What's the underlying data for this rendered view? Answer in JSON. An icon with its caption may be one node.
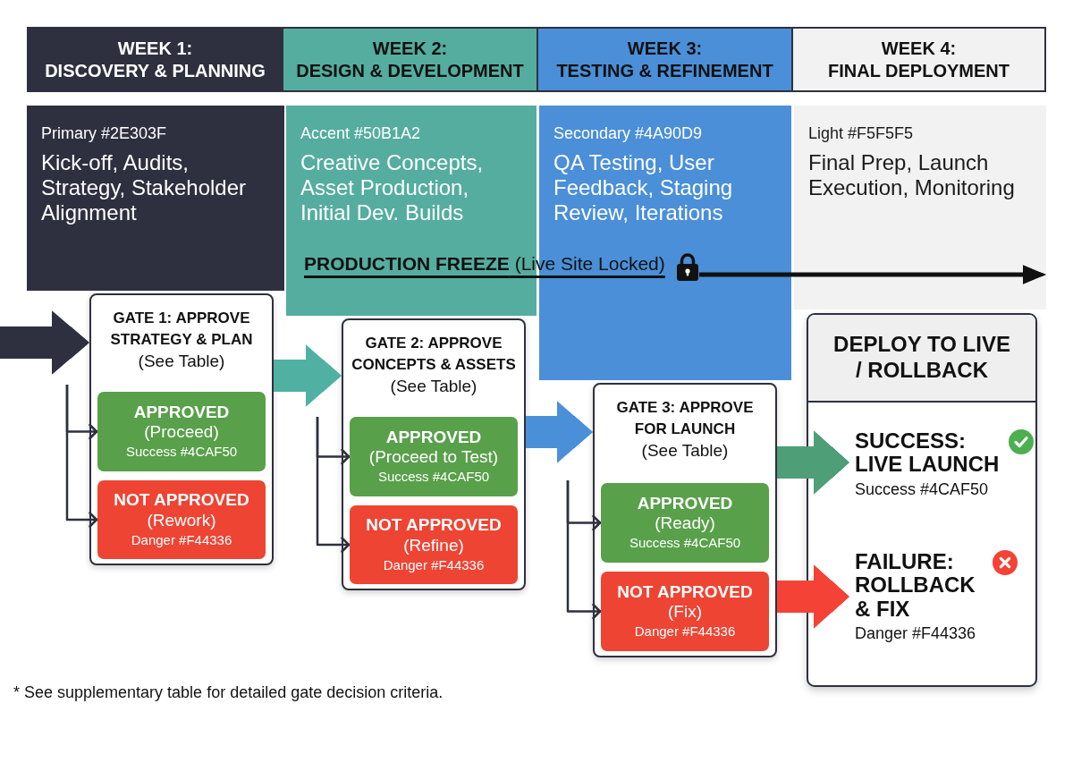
{
  "diagram": {
    "nodes": [
      {
        "text": [
          "WEEK 1:",
          "DISCOVERY & PLANNING"
        ]
      },
      {
        "text": [
          "WEEK 2:",
          "DESIGN & DEVELOPMENT"
        ]
      },
      {
        "text": [
          "WEEK 3:",
          "TESTING & REFINEMENT"
        ]
      },
      {
        "text": [
          "WEEK 4:",
          "FINAL DEPLOYMENT"
        ]
      },
      {
        "text": [
          "Primary #2E303F",
          "Kick-off, Audits, Strategy, Stakeholder Alignment"
        ]
      },
      {
        "text": [
          "Accent #50B1A2",
          "Creative Concepts, Asset Production, Initial Dev. Builds"
        ]
      },
      {
        "text": [
          "Secondary #4A90D9",
          "QA Testing, User Feedback, Staging Review, Iterations"
        ]
      },
      {
        "text": [
          "Light #F5F5F5",
          "Final Prep, Launch Execution, Monitoring"
        ]
      },
      {
        "text": [
          "**PRODUCTION FREEZE** (Live Site Locked)"
        ]
      },
      {
        "text": [
          "GATE 1: APPROVE STRATEGY & PLAN",
          "(See Table)"
        ]
      },
      {
        "text": [
          "APPROVED",
          "(Proceed)",
          "Success #4CAF50"
        ],
        "in": 9
      },
      {
        "text": [
          "NOT APPROVED",
          "(Rework)",
          "Danger #F44336"
        ],
        "in": 9
      },
      {
        "text": [
          "GATE 2: APPROVE CONCEPTS & ASSETS",
          "(See Table)"
        ]
      },
      {
        "text": [
          "APPROVED",
          "(Proceed to Test)",
          "Success #4CAF50"
        ],
        "in": 12
      },
      {
        "text": [
          "NOT APPROVED",
          "(Refine)",
          "Danger #F44336"
        ],
        "in": 12
      },
      {
        "text": [
          "GATE 3: APPROVE FOR LAUNCH",
          "(See Table)"
        ]
      },
      {
        "text": [
          "APPROVED",
          "(Ready)",
          "Success #4CAF50"
        ],
        "in": 15
      },
      {
        "text": [
          "NOT APPROVED",
          "(Fix)",
          "Danger #F44336"
        ],
        "in": 15
      },
      {
        "text": [
          "DEPLOY TO LIVE / ROLLBACK"
        ]
      },
      {
        "text": [
          "SUCCESS: LIVE LAUNCH",
          "Success #4CAF50"
        ],
        "in": 18
      },
      {
        "text": [
          "FAILURE: ROLLBACK & FIX",
          "Danger #F44336"
        ],
        "in": 18
      }
    ],
    "edges": [
      {
        "from": null,
        "to": 9,
        "arrow": "to",
        "style": "thick"
      },
      {
        "from": 9,
        "to": 12,
        "arrow": "to",
        "style": "thick",
        "color": "#50B1A2"
      },
      {
        "from": 12,
        "to": 15,
        "arrow": "to",
        "style": "thick",
        "color": "#4A90D9"
      },
      {
        "from": 15,
        "to": 19,
        "arrow": "to",
        "style": "thick",
        "color": "#4E9E78"
      },
      {
        "from": 15,
        "to": 20,
        "arrow": "to",
        "style": "thick",
        "color": "#F44336"
      },
      {
        "from": null,
        "to": 10,
        "arrow": "to"
      },
      {
        "from": null,
        "to": 11,
        "arrow": "to"
      },
      {
        "from": null,
        "to": 13,
        "arrow": "to"
      },
      {
        "from": null,
        "to": 14,
        "arrow": "to"
      },
      {
        "from": null,
        "to": 16,
        "arrow": "to"
      },
      {
        "from": null,
        "to": 17,
        "arrow": "to"
      },
      {
        "from": 8,
        "to": 7,
        "arrow": "to",
        "style": "thick",
        "color": "#111111"
      }
    ],
    "labels": [
      "* See supplementary table for detailed gate decision criteria."
    ]
  }
}
